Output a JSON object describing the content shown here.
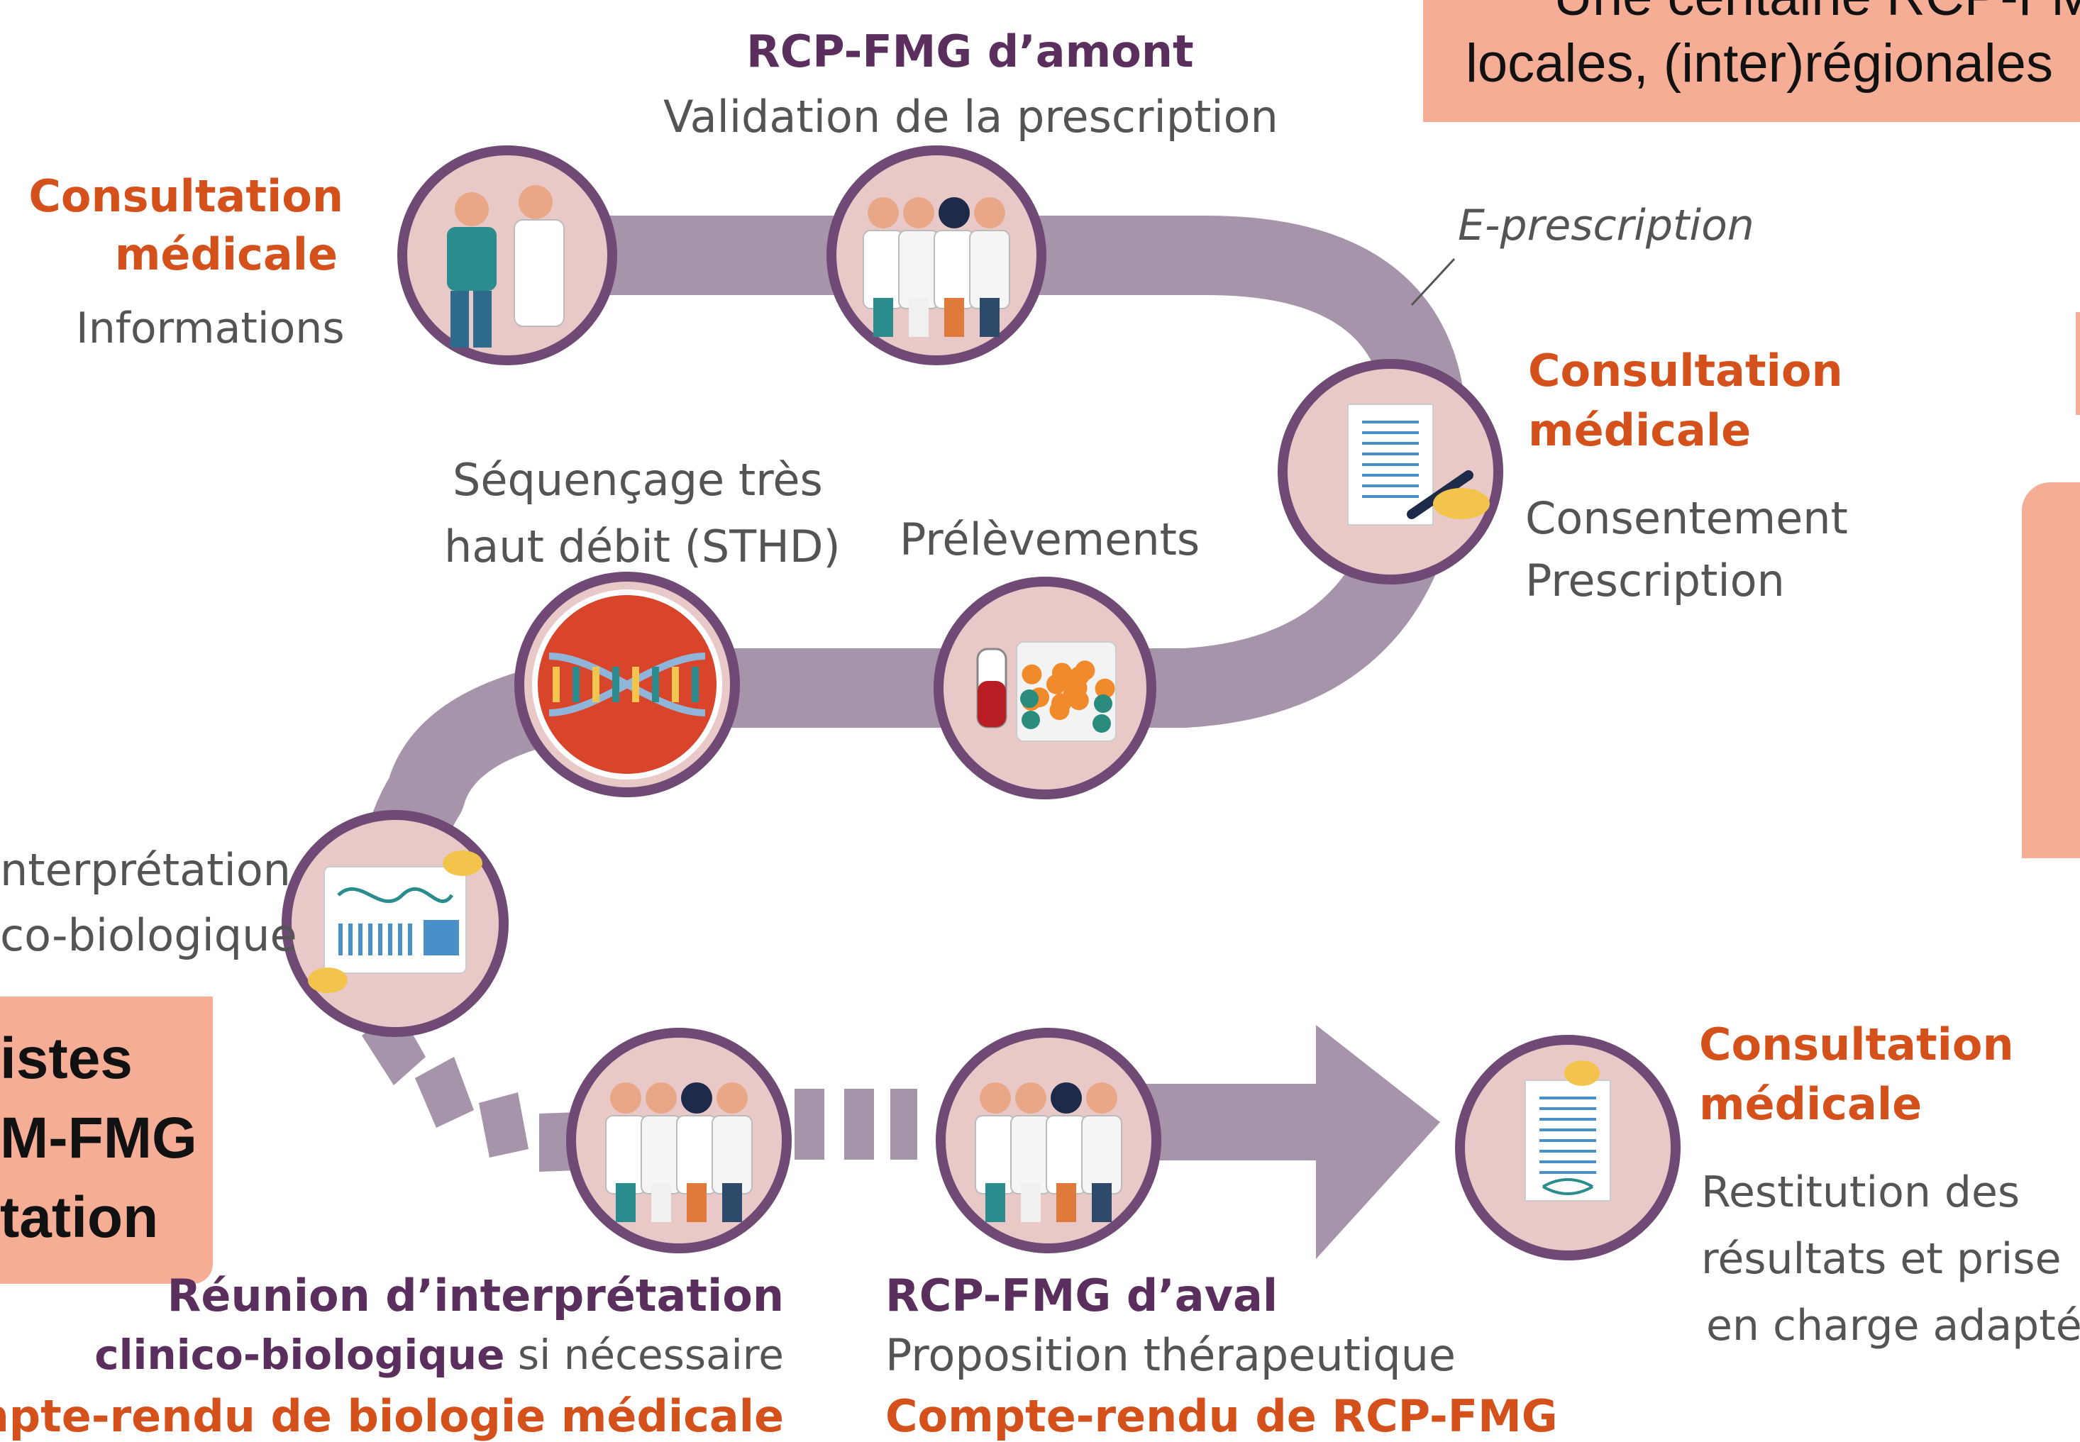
{
  "colors": {
    "path": "#a694aa",
    "circle_border": "#6e4a74",
    "circle_fill": "#e9c9c7",
    "orange_text": "#d4511c",
    "purple_text": "#5a2f5e",
    "grey_text": "#545454",
    "salmon_box": "#f6ad96"
  },
  "top_box": {
    "line1": "Une centaine RCP-FMG",
    "line2": "locales, (inter)régionales"
  },
  "left_box": {
    "line1": "istes",
    "line2": "M-FMG",
    "line3": "tation"
  },
  "steps": {
    "consult1": {
      "title": "Consultation médicale",
      "title_line1": "Consultation",
      "title_line2": "médicale",
      "desc": "Informations"
    },
    "rcp_amont": {
      "title": "RCP-FMG d’amont",
      "desc": "Validation de la prescription"
    },
    "eprescription": {
      "label": "E-prescription"
    },
    "consult2": {
      "title_line1": "Consultation",
      "title_line2": "médicale",
      "desc_line1": "Consentement",
      "desc_line2": "Prescription"
    },
    "prelevements": {
      "label": "Prélèvements"
    },
    "sequencage": {
      "line1": "Séquençage très",
      "line2": "haut débit (STHD)"
    },
    "interpretation": {
      "line1": "nterprétation",
      "line2": "co-biologique"
    },
    "reunion": {
      "line1": "Réunion d’interprétation",
      "line2_bold": "clinico-biologique",
      "line2_rest": "si nécessaire",
      "line3": "Compte-rendu de biologie médicale"
    },
    "rcp_aval": {
      "line1": "RCP-FMG d’aval",
      "line2": "Proposition thérapeutique",
      "line3": "Compte-rendu de RCP-FMG"
    },
    "consult3": {
      "title_line1": "Consultation",
      "title_line2": "médicale",
      "desc_line1": "Restitution des",
      "desc_line2": "résultats et prise",
      "desc_line3": "en charge adaptée"
    }
  },
  "icons": {
    "consult1": "doctor-patient-icon",
    "rcp_amont": "medical-team-icon",
    "consult2": "signing-document-icon",
    "prelevements": "blood-sample-icon",
    "sequencage": "dna-helix-icon",
    "interpretation": "dna-analysis-icon",
    "reunion": "medical-team-icon",
    "rcp_aval": "medical-team-icon",
    "consult3": "results-document-icon"
  }
}
